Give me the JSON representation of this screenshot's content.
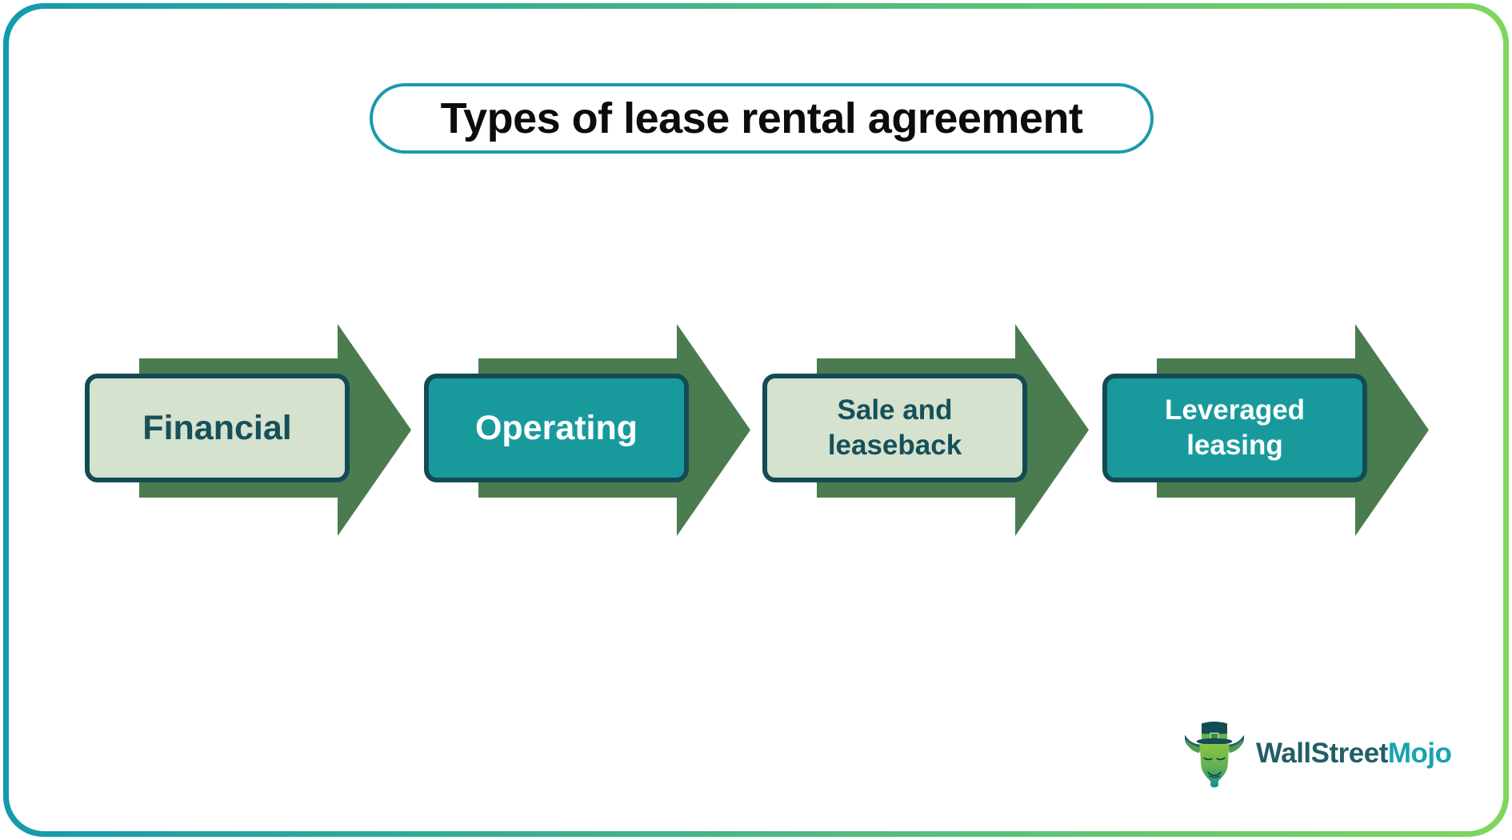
{
  "title": {
    "text": "Types of lease rental agreement"
  },
  "diagram": {
    "items": [
      {
        "label": "Financial",
        "variant": "light-green-box"
      },
      {
        "label": "Operating",
        "variant": "teal-box"
      },
      {
        "label": "Sale and leaseback",
        "variant": "light-green-box"
      },
      {
        "label": "Leveraged leasing",
        "variant": "teal-box"
      }
    ]
  },
  "logo": {
    "brand_primary": "WallStreet",
    "brand_secondary": "Mojo",
    "icon": "bull-with-top-hat-icon"
  },
  "theme": {
    "frame_start": "#149aae",
    "frame_end": "#7ed65c",
    "title_border": "#1b9aaa",
    "arrow_green": "#4a7c50",
    "light_fill": "#d5e2ce",
    "teal_fill": "#189a9d",
    "node_border": "#134b54",
    "dark_text": "#16505a",
    "logo_primary": "#215e68",
    "logo_secondary": "#17a3b0"
  }
}
